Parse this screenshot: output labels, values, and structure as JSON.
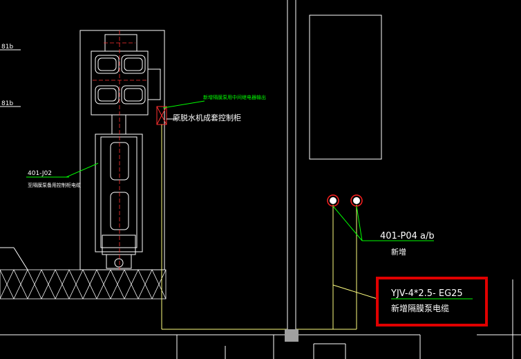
{
  "labels": {
    "ref_top_a": "81b",
    "ref_top_b": "81b",
    "green_annotation": "新增隔膜泵用中间继电器输出",
    "control_cabinet": "原脱水机成套控制柜",
    "left_tag": "401-J02",
    "left_note": "至隔膜泵备用控制柜电缆",
    "pump_tag": "401-P04 a/b",
    "pump_note": "新增",
    "cable_spec": "YJV-4*2.5- EG25",
    "cable_note": "新增隔膜泵电缆"
  },
  "colors": {
    "background": "#000000",
    "line": "#ffffff",
    "cable": "#ffff80",
    "leader": "#00ff00",
    "pump_ring": "#ff2020",
    "highlight_box": "#e00000",
    "equipment": "#ffffff",
    "centerline": "#ff3030"
  }
}
